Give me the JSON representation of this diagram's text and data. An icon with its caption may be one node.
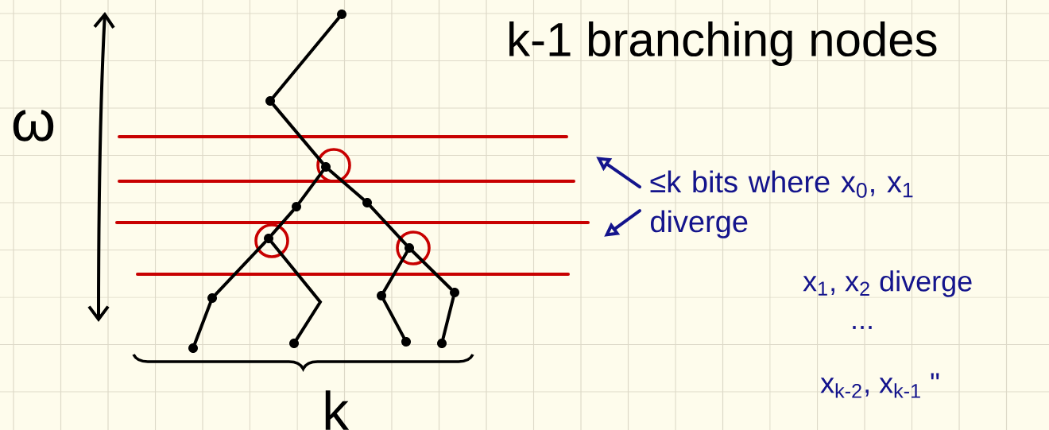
{
  "diagram": {
    "title": "k-1 branching nodes",
    "nodes": [
      {
        "text": [],
        "shape": "circle"
      },
      {
        "text": [],
        "shape": "circle"
      },
      {
        "text": [],
        "shape": "circle"
      },
      {
        "text": [],
        "shape": "circle"
      },
      {
        "text": [],
        "shape": "circle"
      },
      {
        "text": [],
        "shape": "circle"
      },
      {
        "text": [],
        "shape": "circle"
      },
      {
        "text": [],
        "shape": "circle"
      },
      {
        "text": [],
        "shape": "circle"
      },
      {
        "text": [],
        "shape": "circle"
      },
      {
        "text": [],
        "shape": "circle"
      },
      {
        "text": [],
        "shape": "circle"
      },
      {
        "text": [],
        "shape": "circle"
      },
      {
        "text": [],
        "shape": "circle"
      },
      {
        "text": [
          "≤k bits where x$_{0}$, x$_{1}$ diverge"
        ]
      }
    ],
    "edges": [
      {
        "from": 0,
        "to": 1,
        "arrow": "none"
      },
      {
        "from": 1,
        "to": 2,
        "arrow": "none"
      },
      {
        "from": 2,
        "to": 3,
        "arrow": "none"
      },
      {
        "from": 2,
        "to": 4,
        "arrow": "none"
      },
      {
        "from": 3,
        "to": 5,
        "arrow": "none"
      },
      {
        "from": 4,
        "to": 6,
        "arrow": "none"
      },
      {
        "from": 5,
        "to": 7,
        "arrow": "none"
      },
      {
        "from": 5,
        "to": 11,
        "arrow": "none"
      },
      {
        "from": 6,
        "to": 8,
        "arrow": "none"
      },
      {
        "from": 6,
        "to": 9,
        "arrow": "none"
      },
      {
        "from": 7,
        "to": 10,
        "arrow": "none"
      },
      {
        "from": 8,
        "to": 12,
        "arrow": "none"
      },
      {
        "from": 9,
        "to": 13,
        "arrow": "none"
      },
      {
        "from": 14,
        "to": null,
        "arrow": "to",
        "color": "#14148c"
      },
      {
        "from": 14,
        "to": null,
        "arrow": "to",
        "color": "#14148c"
      }
    ],
    "labels": [
      "ω",
      "x$_{1}$, x$_{2}$ diverge",
      "...",
      "x$_{k-2}$, x$_{k-1}$ \"",
      "k"
    ]
  }
}
